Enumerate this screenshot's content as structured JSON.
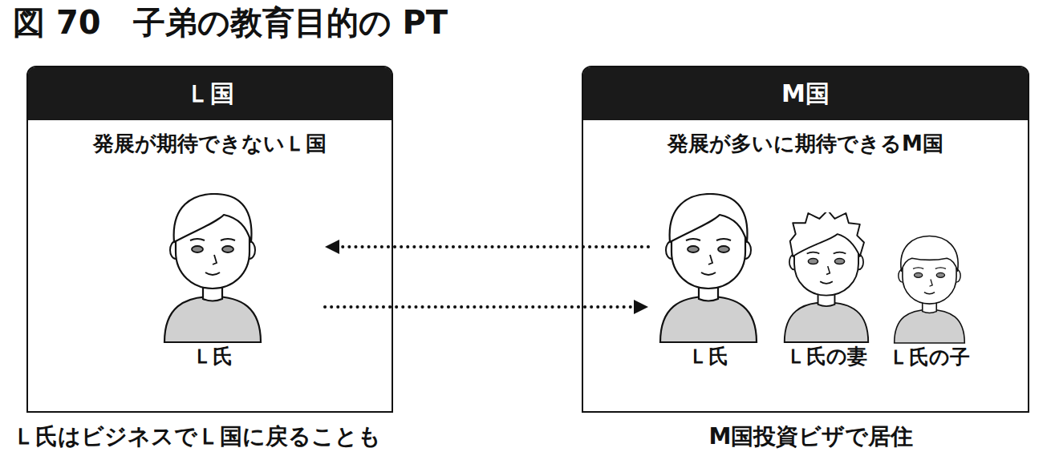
{
  "diagram": {
    "title": "図 70　子弟の教育目的の PT",
    "nodes": [
      {
        "text": [
          "Ｌ国",
          "発展が期待できないＬ国"
        ]
      },
      {
        "text": [
          "Ｌ氏"
        ],
        "in": 0
      },
      {
        "text": [
          "M国",
          "発展が多いに期待できるM国"
        ]
      },
      {
        "text": [
          "Ｌ氏"
        ],
        "in": 2
      },
      {
        "text": [
          "Ｌ氏の妻"
        ],
        "in": 2
      },
      {
        "text": [
          "Ｌ氏の子"
        ],
        "in": 2
      }
    ],
    "edges": [
      {
        "from": 3,
        "to": 1,
        "arrow": "to"
      },
      {
        "from": 1,
        "to": 3,
        "arrow": "to"
      }
    ],
    "labels": [
      "Ｌ氏はビジネスでＬ国に戻ることも",
      "M国投資ビザで居住"
    ]
  }
}
